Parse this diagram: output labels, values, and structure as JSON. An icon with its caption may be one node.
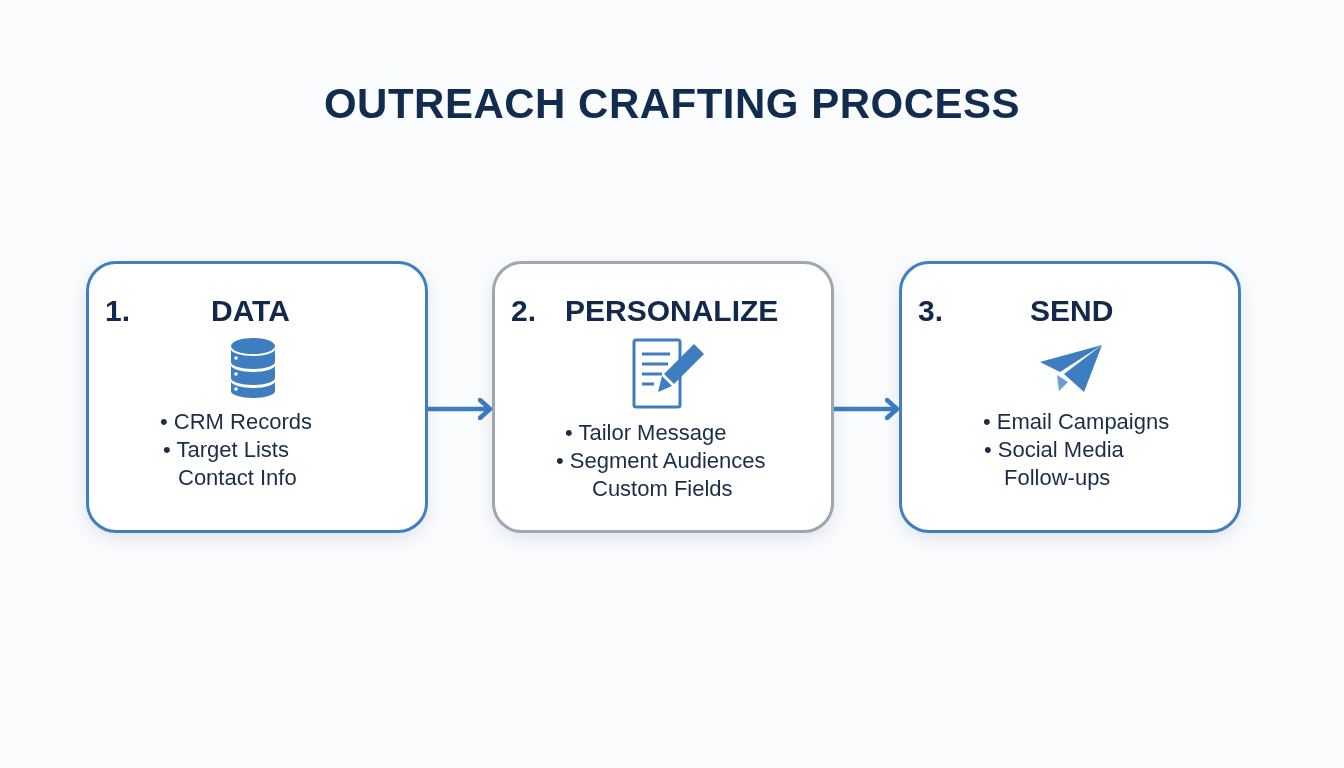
{
  "diagram": {
    "title": "OUTREACH CRAFTING PROCESS",
    "nodes": [
      {
        "text": [
          "1.",
          "DATA",
          "• CRM Records",
          "• Target Lists",
          "Contact Info"
        ]
      },
      {
        "text": [
          "2.",
          "PERSONALIZE",
          "• Tailor Message",
          "• Segment Audiences",
          "Custom Fields"
        ]
      },
      {
        "text": [
          "3.",
          "SEND",
          "• Email Campaigns",
          "• Social Media",
          "Follow-ups"
        ]
      }
    ],
    "edges": [
      {
        "from": 0,
        "to": 1,
        "arrow": "to"
      },
      {
        "from": 1,
        "to": 2,
        "arrow": "to"
      }
    ]
  }
}
